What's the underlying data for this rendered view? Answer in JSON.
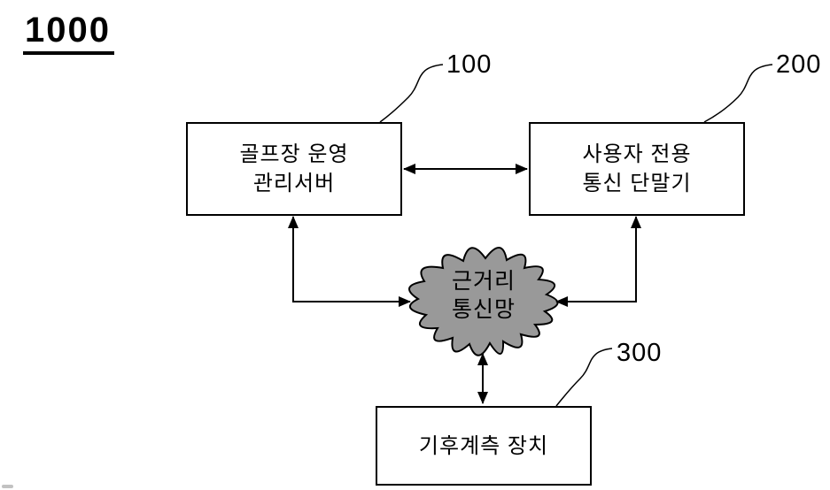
{
  "figure": {
    "number": "1000"
  },
  "nodes": {
    "server": {
      "ref": "100",
      "line1": "골프장 운영",
      "line2": "관리서버"
    },
    "terminal": {
      "ref": "200",
      "line1": "사용자 전용",
      "line2": "통신 단말기"
    },
    "network": {
      "line1": "근거리",
      "line2": "통신망"
    },
    "device": {
      "ref": "300",
      "label": "기후계측 장치"
    }
  },
  "colors": {
    "background": "#ffffff",
    "line": "#000000",
    "box_fill": "#ffffff",
    "cloud_fill": "#999999"
  }
}
